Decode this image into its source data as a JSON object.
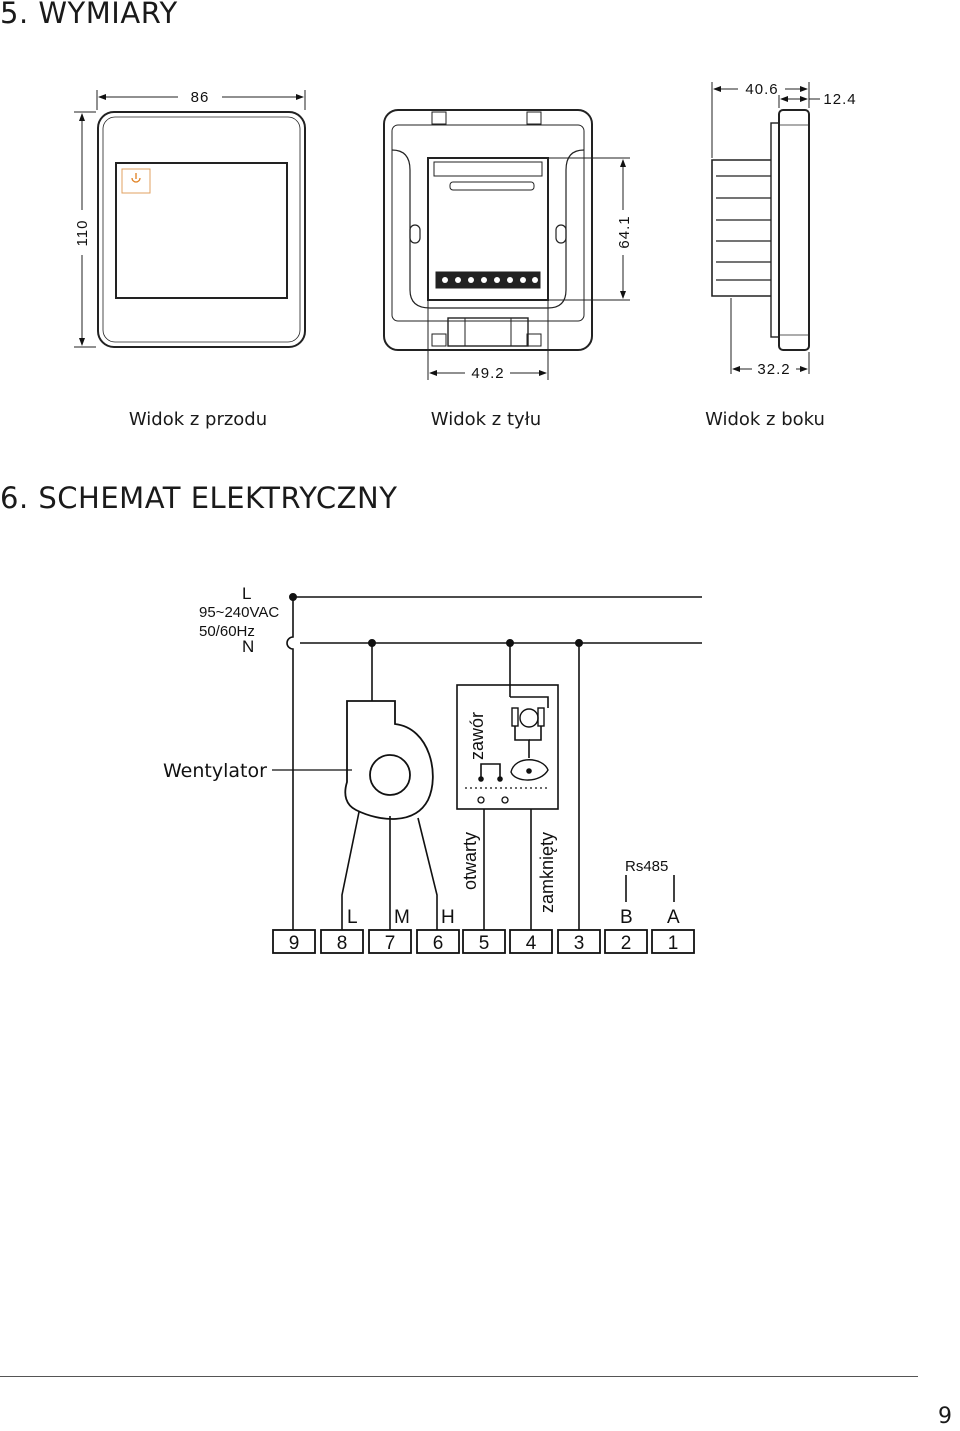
{
  "section_dimensions": {
    "title": "5. WYMIARY"
  },
  "views": [
    {
      "caption": "Widok z przodu"
    },
    {
      "caption": "Widok z tyłu"
    },
    {
      "caption": "Widok z boku"
    }
  ],
  "dimensions": {
    "front_width": "86",
    "front_height": "110",
    "back_width": "49.2",
    "back_height": "64.1",
    "side_top": "40.6",
    "side_depth": "12.4",
    "side_bottom": "32.2"
  },
  "section_schematic": {
    "title": "6. SCHEMAT ELEKTRYCZNY"
  },
  "supply": {
    "line": "L",
    "voltage": "95~240VAC",
    "frequency": "50/60Hz",
    "neutral": "N"
  },
  "fan": {
    "label": "Wentylator",
    "speed_labels": [
      "L",
      "M",
      "H"
    ]
  },
  "valve": {
    "label": "zawór",
    "open_label": "otwarty",
    "closed_label": "zamknięty"
  },
  "rs485": {
    "label": "Rs485",
    "terminal_labels": [
      "B",
      "A"
    ]
  },
  "terminals": [
    "9",
    "8",
    "7",
    "6",
    "5",
    "4",
    "3",
    "2",
    "1"
  ],
  "page_number": "9"
}
